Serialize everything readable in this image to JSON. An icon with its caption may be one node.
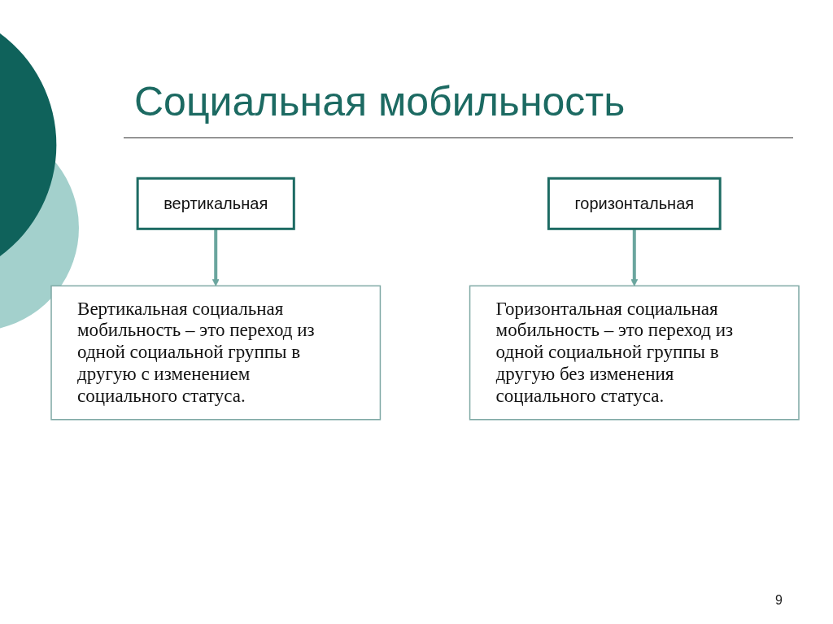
{
  "diagram": {
    "title": "Социальная мобильность",
    "nodes": [
      {
        "text": [
          "вертикальная"
        ]
      },
      {
        "text": [
          "горизонтальная"
        ]
      },
      {
        "text": [
          "Вертикальная социальная мобильность – это переход из одной социальной группы в другую с изменением социального статуса."
        ]
      },
      {
        "text": [
          "Горизонтальная социальная мобильность – это переход из одной социальной группы в другую без изменения социального статуса."
        ]
      }
    ],
    "edges": [
      {
        "from": 0,
        "to": 2,
        "arrow": "to"
      },
      {
        "from": 1,
        "to": 3,
        "arrow": "to"
      }
    ],
    "labels": [
      "9"
    ]
  }
}
